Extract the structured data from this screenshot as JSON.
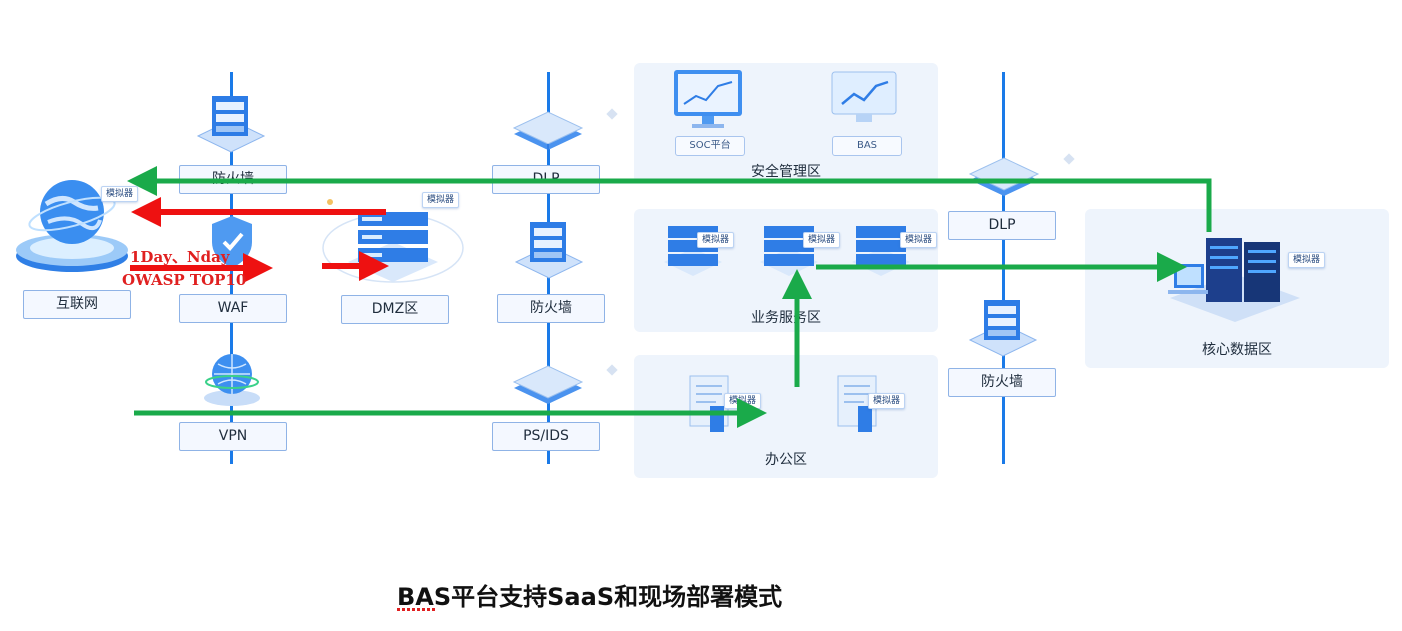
{
  "zones": {
    "security_mgmt": "安全管理区",
    "business": "业务服务区",
    "office": "办公区",
    "core_data": "核心数据区"
  },
  "labels": {
    "internet": "互联网",
    "firewall_top": "防火墙",
    "waf": "WAF",
    "vpn": "VPN",
    "dmz": "DMZ区",
    "dlp_top": "DLP",
    "firewall_mid": "防火墙",
    "ps_ids": "PS/IDS",
    "dlp_right": "DLP",
    "firewall_right": "防火墙",
    "soc": "SOC平台",
    "bas": "BAS"
  },
  "simulator_tag": "模拟器",
  "red_text": {
    "line1": "1Day、Nday",
    "line2": "OWASP TOP10"
  },
  "caption": "BAS平台支持SaaS和现场部署模式",
  "colors": {
    "green_arrow": "#1aaa4a",
    "red_arrow": "#ee1111",
    "blue_line": "#1a7ae8",
    "zone_bg": "#eef4fc"
  }
}
